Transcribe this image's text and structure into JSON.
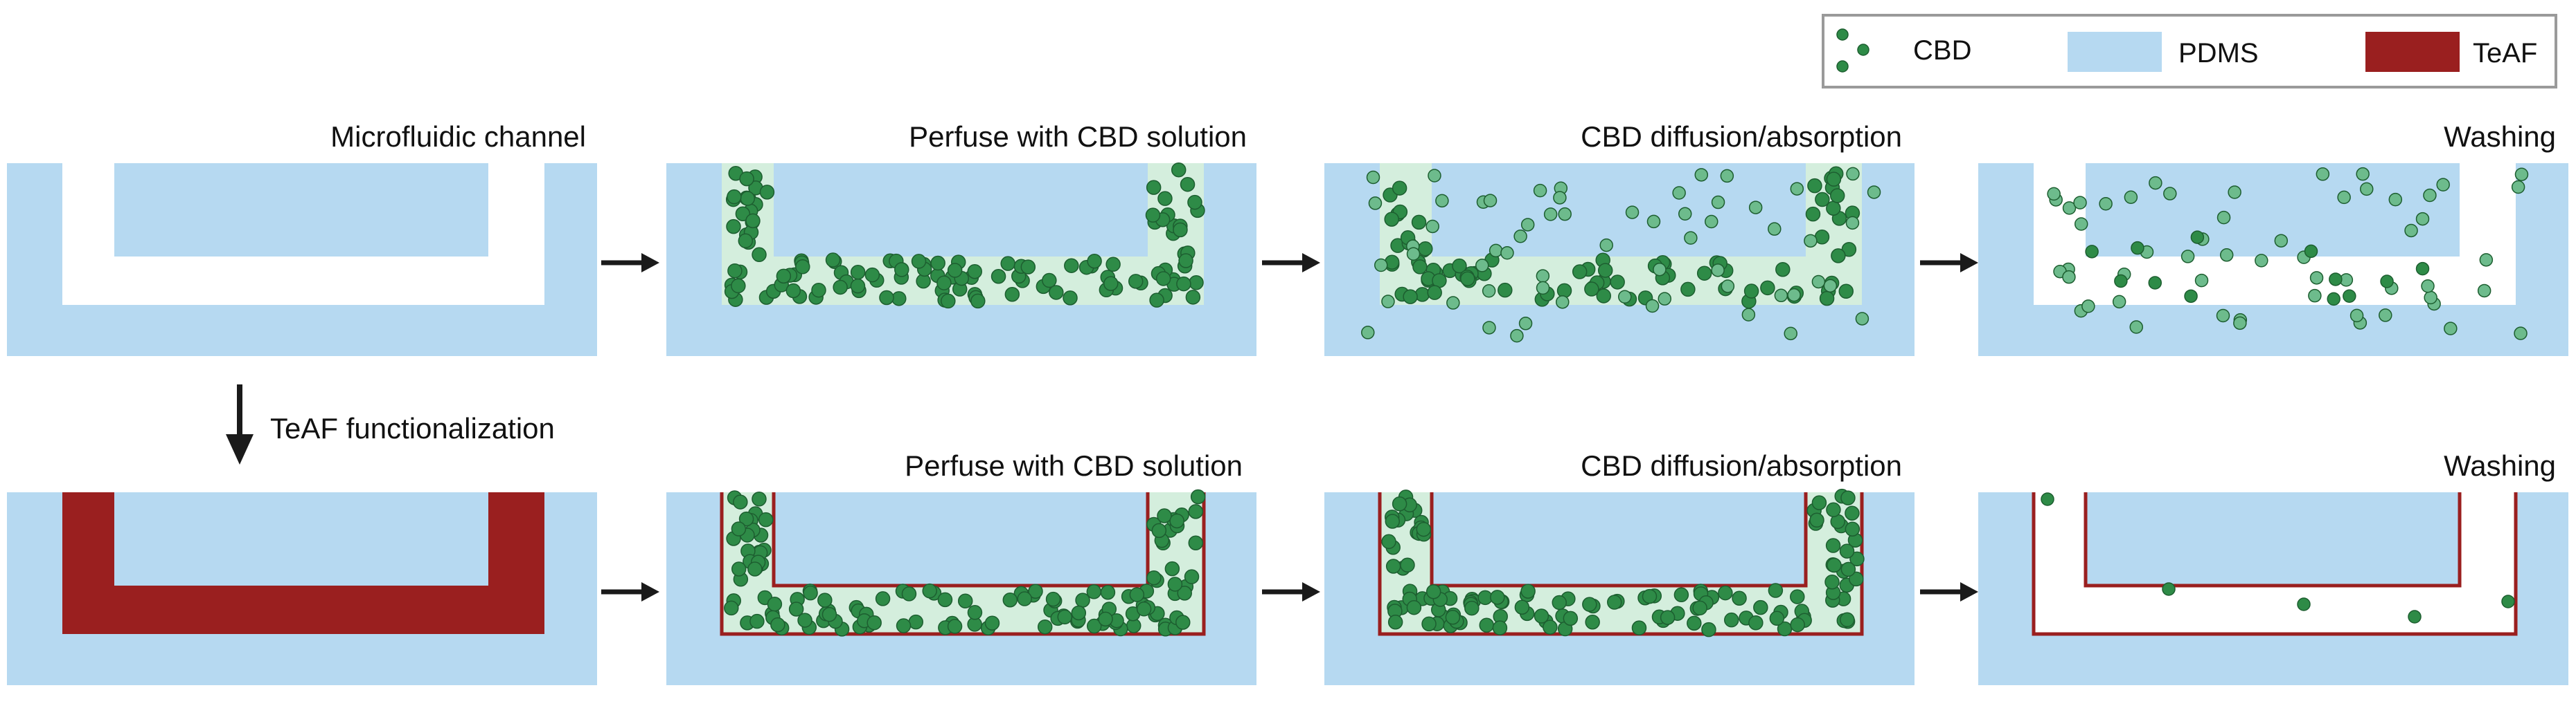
{
  "legend": {
    "items": [
      {
        "label": "CBD",
        "icon": "cbd-particles-icon",
        "color": "#2e8b47"
      },
      {
        "label": "PDMS",
        "icon": "pdms-swatch",
        "color": "#b6d9f1"
      },
      {
        "label": "TeAF",
        "icon": "teaf-swatch",
        "color": "#9a1f1f"
      }
    ]
  },
  "rows": [
    {
      "panels": [
        {
          "title": "Microfluidic channel"
        },
        {
          "title": "Perfuse with CBD solution"
        },
        {
          "title": "CBD diffusion/absorption"
        },
        {
          "title": "Washing"
        }
      ]
    },
    {
      "panels": [
        {
          "title": ""
        },
        {
          "title": "Perfuse with CBD solution"
        },
        {
          "title": "CBD diffusion/absorption"
        },
        {
          "title": "Washing"
        }
      ]
    }
  ],
  "step_label": "TeAF functionalization",
  "colors": {
    "pdms": "#b6d9f1",
    "channel": "#ffffff",
    "solution": "#d4eedd",
    "cbd": "#2e8b47",
    "cbd_light": "#6dbb8c",
    "teaf": "#9a1f1f",
    "arrow": "#1a1a1a"
  }
}
